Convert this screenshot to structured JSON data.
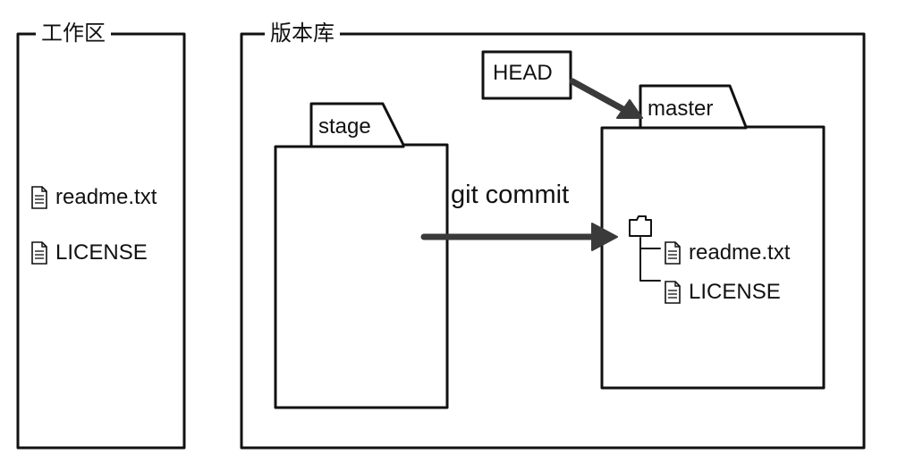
{
  "workspace": {
    "title": "工作区",
    "files": [
      "readme.txt",
      "LICENSE"
    ]
  },
  "repository": {
    "title": "版本库",
    "stage_label": "stage",
    "master_label": "master",
    "head_label": "HEAD",
    "commit_label": "git commit",
    "master_files": [
      "readme.txt",
      "LICENSE"
    ]
  },
  "icons": {
    "file": "document-icon",
    "folder": "folder-icon"
  },
  "colors": {
    "line": "#111111",
    "arrow": "#3a3a3a",
    "background": "#ffffff"
  }
}
